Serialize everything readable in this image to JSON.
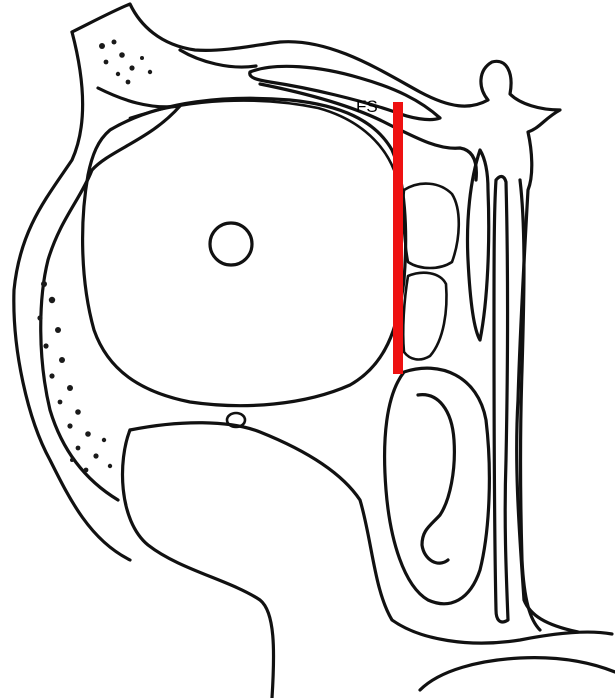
{
  "labels": {
    "fs": "FS"
  },
  "colors": {
    "outline": "#111111",
    "marker": "#ee1111",
    "background": "#ffffff"
  },
  "icons": {
    "eye": "eyeball-outline",
    "marker": "red-vertical-line"
  }
}
